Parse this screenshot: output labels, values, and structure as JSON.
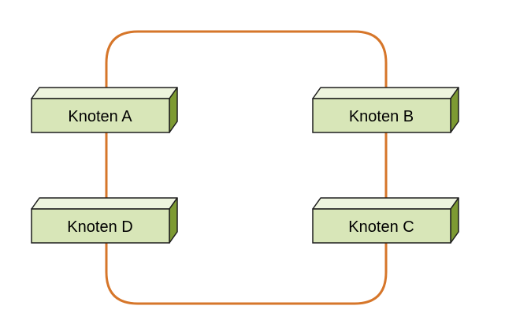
{
  "colors": {
    "ring": "#d6762a",
    "box_front": "#d8e6b8",
    "box_top": "#eef4de",
    "box_side": "#7d9a32",
    "box_outline": "#1e1e1e"
  },
  "network": {
    "topology": "ring",
    "nodes": [
      {
        "id": "A",
        "label": "Knoten A"
      },
      {
        "id": "B",
        "label": "Knoten B"
      },
      {
        "id": "C",
        "label": "Knoten C"
      },
      {
        "id": "D",
        "label": "Knoten D"
      }
    ],
    "connections": [
      [
        "A",
        "B"
      ],
      [
        "B",
        "C"
      ],
      [
        "C",
        "D"
      ],
      [
        "D",
        "A"
      ]
    ]
  }
}
